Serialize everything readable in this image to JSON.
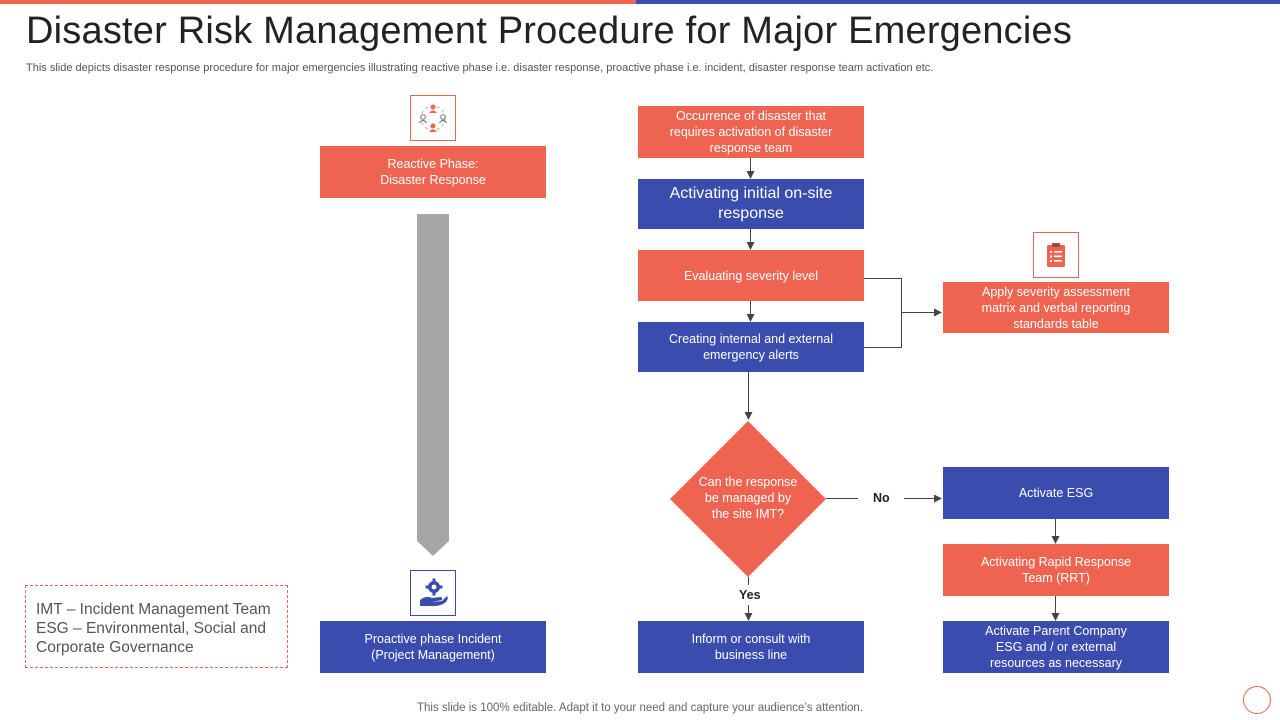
{
  "colors": {
    "orange": "#ef6351",
    "blue": "#3b4caf",
    "grey": "#a6a6a6",
    "line": "#444444"
  },
  "header": {
    "title": "Disaster Risk Management Procedure for Major Emergencies",
    "subtitle": "This slide depicts disaster response procedure for major emergencies illustrating reactive phase i.e. disaster response, proactive phase i.e. incident, disaster response team activation etc."
  },
  "left": {
    "reactive_icon": "people-cycle-icon",
    "reactive": "Reactive Phase:\nDisaster Response",
    "proactive_icon": "hand-gear-icon",
    "proactive": "Proactive phase Incident\n(Project Management)"
  },
  "flow": {
    "occurrence": "Occurrence of disaster that\nrequires activation of disaster\nresponse team",
    "activating": "Activating initial on-site\nresponse",
    "evaluating": "Evaluating  severity level",
    "creating": "Creating internal and external\nemergency alerts",
    "decision": "Can the response\nbe managed by\nthe site IMT?",
    "yes": "Yes",
    "no": "No",
    "inform": "Inform or consult with\nbusiness line"
  },
  "right": {
    "clipboard_icon": "clipboard-icon",
    "apply": "Apply severity assessment\nmatrix and verbal reporting\nstandards table",
    "esg": "Activate ESG",
    "rrt": "Activating Rapid Response\nTeam (RRT)",
    "parent": "Activate Parent Company\nESG and / or external\nresources as necessary"
  },
  "legend": {
    "imt": "IMT – Incident  Management Team",
    "esg": "ESG – Environmental,  Social and",
    "esg2": "Corporate Governance"
  },
  "footer": "This slide is 100% editable. Adapt it to your need and capture your audience’s attention."
}
